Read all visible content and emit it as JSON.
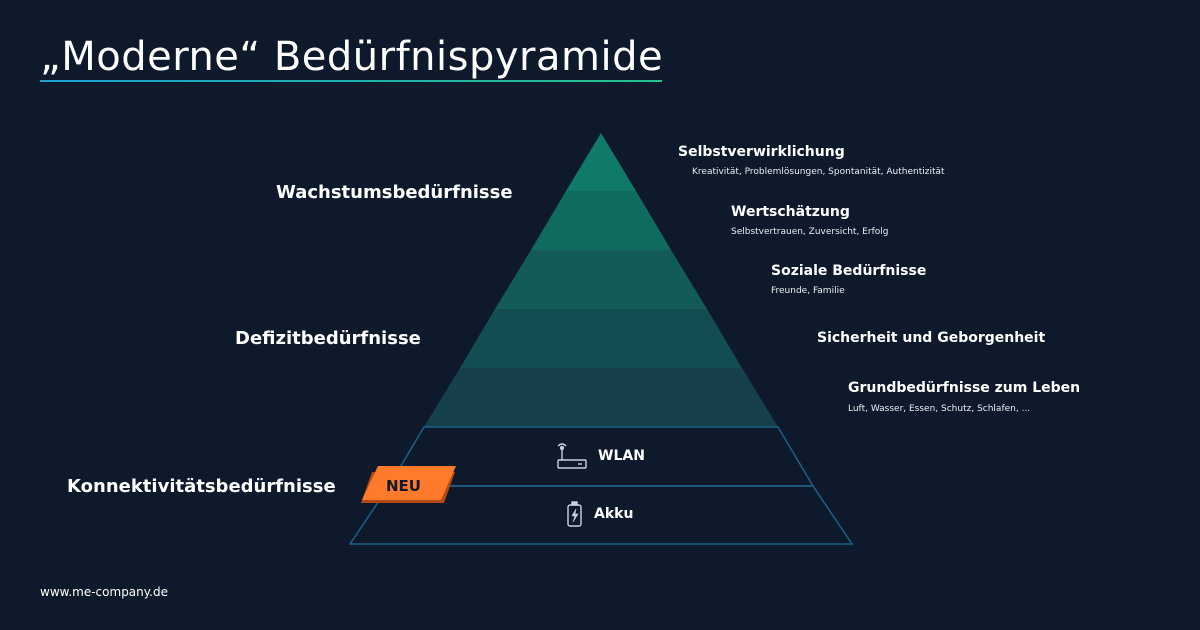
{
  "title": "„Moderne“ Bedürfnispyramide",
  "groups": {
    "growth": "Wachstumsbedürfnisse",
    "deficit": "Defizitbedürfnisse",
    "connectivity": "Konnektivitätsbedürfnisse"
  },
  "levels": [
    {
      "title": "Selbstverwirklichung",
      "sub": "Kreativität, Problemlösungen, Spontanität, Authentizität"
    },
    {
      "title": "Wertschätzung",
      "sub": "Selbstvertrauen, Zuversicht, Erfolg"
    },
    {
      "title": "Soziale Bedürfnisse",
      "sub": "Freunde, Familie"
    },
    {
      "title": "Sicherheit und Geborgenheit",
      "sub": ""
    },
    {
      "title": "Grundbedürfnisse zum Leben",
      "sub": "Luft, Wasser, Essen, Schutz, Schlafen, ..."
    }
  ],
  "connectivity_levels": [
    {
      "label": "WLAN",
      "icon": "router-icon"
    },
    {
      "label": "Akku",
      "icon": "battery-icon"
    }
  ],
  "badge": "NEU",
  "footer": "www.me-company.de",
  "colors": {
    "background": "#0e1a2b",
    "level_fills": [
      "#0f7a67",
      "#106b5f",
      "#125b57",
      "#134c51",
      "#15404c"
    ],
    "outline": "#1f5f86",
    "badge": "#ff7a2a",
    "dash_green": "#1fb39a",
    "dash_blue": "#2a86c4"
  }
}
